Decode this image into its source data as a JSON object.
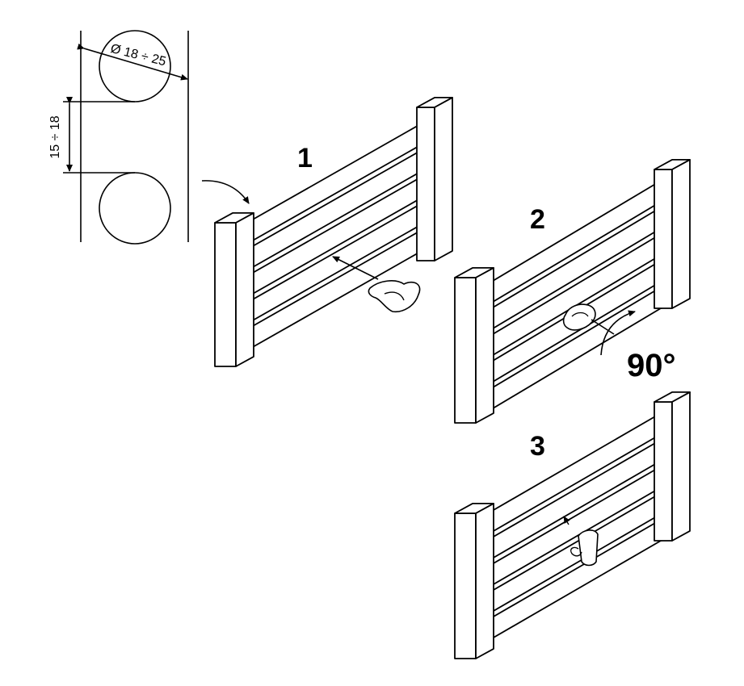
{
  "dimensions": {
    "tube_diameter": "Ø 18 ÷ 25",
    "tube_spacing": "15 ÷ 18"
  },
  "steps": {
    "step1": "1",
    "step2": "2",
    "step3": "3"
  },
  "rotation_label": "90°",
  "colors": {
    "line": "#000000",
    "background": "#ffffff"
  }
}
